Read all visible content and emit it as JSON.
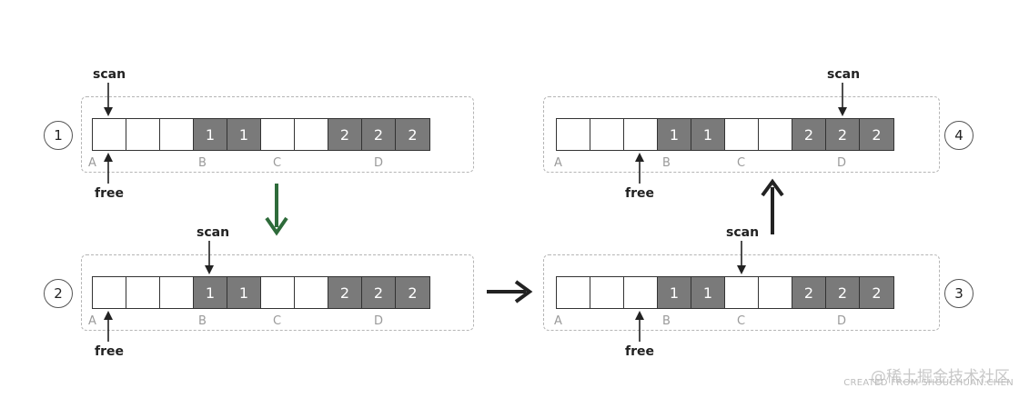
{
  "panels": [
    {
      "step": "1",
      "cells": [
        "",
        "",
        "",
        "1",
        "1",
        "",
        "",
        "2",
        "2",
        "2"
      ],
      "letters": [
        "A",
        "B",
        "C",
        "D"
      ],
      "scan_label": "scan",
      "free_label": "free"
    },
    {
      "step": "2",
      "cells": [
        "",
        "",
        "",
        "1",
        "1",
        "",
        "",
        "2",
        "2",
        "2"
      ],
      "letters": [
        "A",
        "B",
        "C",
        "D"
      ],
      "scan_label": "scan",
      "free_label": "free"
    },
    {
      "step": "3",
      "cells": [
        "",
        "",
        "",
        "1",
        "1",
        "",
        "",
        "2",
        "2",
        "2"
      ],
      "letters": [
        "A",
        "B",
        "C",
        "D"
      ],
      "scan_label": "scan",
      "free_label": "free"
    },
    {
      "step": "4",
      "cells": [
        "",
        "",
        "",
        "1",
        "1",
        "",
        "",
        "2",
        "2",
        "2"
      ],
      "letters": [
        "A",
        "B",
        "C",
        "D"
      ],
      "scan_label": "scan",
      "free_label": "free"
    }
  ],
  "colors": {
    "filled_cell": "#7a7a7a",
    "empty_cell": "#ffffff",
    "transition_arrow_1_to_2": "#2e6b3a",
    "transition_arrow_other": "#222222",
    "frame_border": "#b5b5b5"
  },
  "watermark": {
    "line1": "@稀土掘金技术社区",
    "line2": "CREATED FROM SHOUCHUAN.CHEN"
  }
}
